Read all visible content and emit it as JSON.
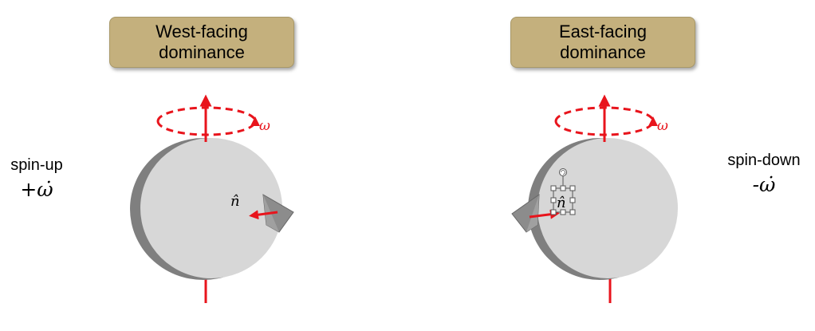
{
  "panels": [
    {
      "title": "West-facing\ndominance",
      "omega": "ω",
      "normal": "n̂"
    },
    {
      "title": "East-facing\ndominance",
      "omega": "ω",
      "normal": "n̂"
    }
  ],
  "side_labels": {
    "left": {
      "text": "spin-up",
      "rate": "+ω̇"
    },
    "right": {
      "text": "spin-down",
      "rate": "-ω̇"
    }
  },
  "colors": {
    "title_box": "#c4b07d",
    "arrow_red": "#e8141c",
    "sphere_light": "#d7d7d7",
    "sphere_shadow": "#8a8a8a"
  },
  "icons": {
    "rotate_handle": "rotate-handle-icon"
  }
}
